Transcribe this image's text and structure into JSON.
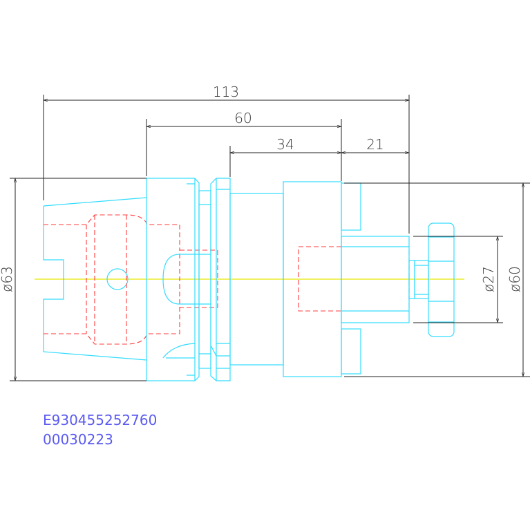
{
  "colors": {
    "outline": "#33dcff",
    "hidden": "#ff3b3b",
    "centerline": "#e8e800",
    "dimension": "#222222",
    "label": "#5a5af0"
  },
  "dimensions": {
    "overall_length": "113",
    "flange_to_end": "60",
    "shank_to_end": "34",
    "nut_length": "21",
    "taper_diameter": "ø63",
    "body_diameter": "ø60",
    "nut_diameter": "ø27"
  },
  "part_code": "E930455252760",
  "part_number": "00030223"
}
